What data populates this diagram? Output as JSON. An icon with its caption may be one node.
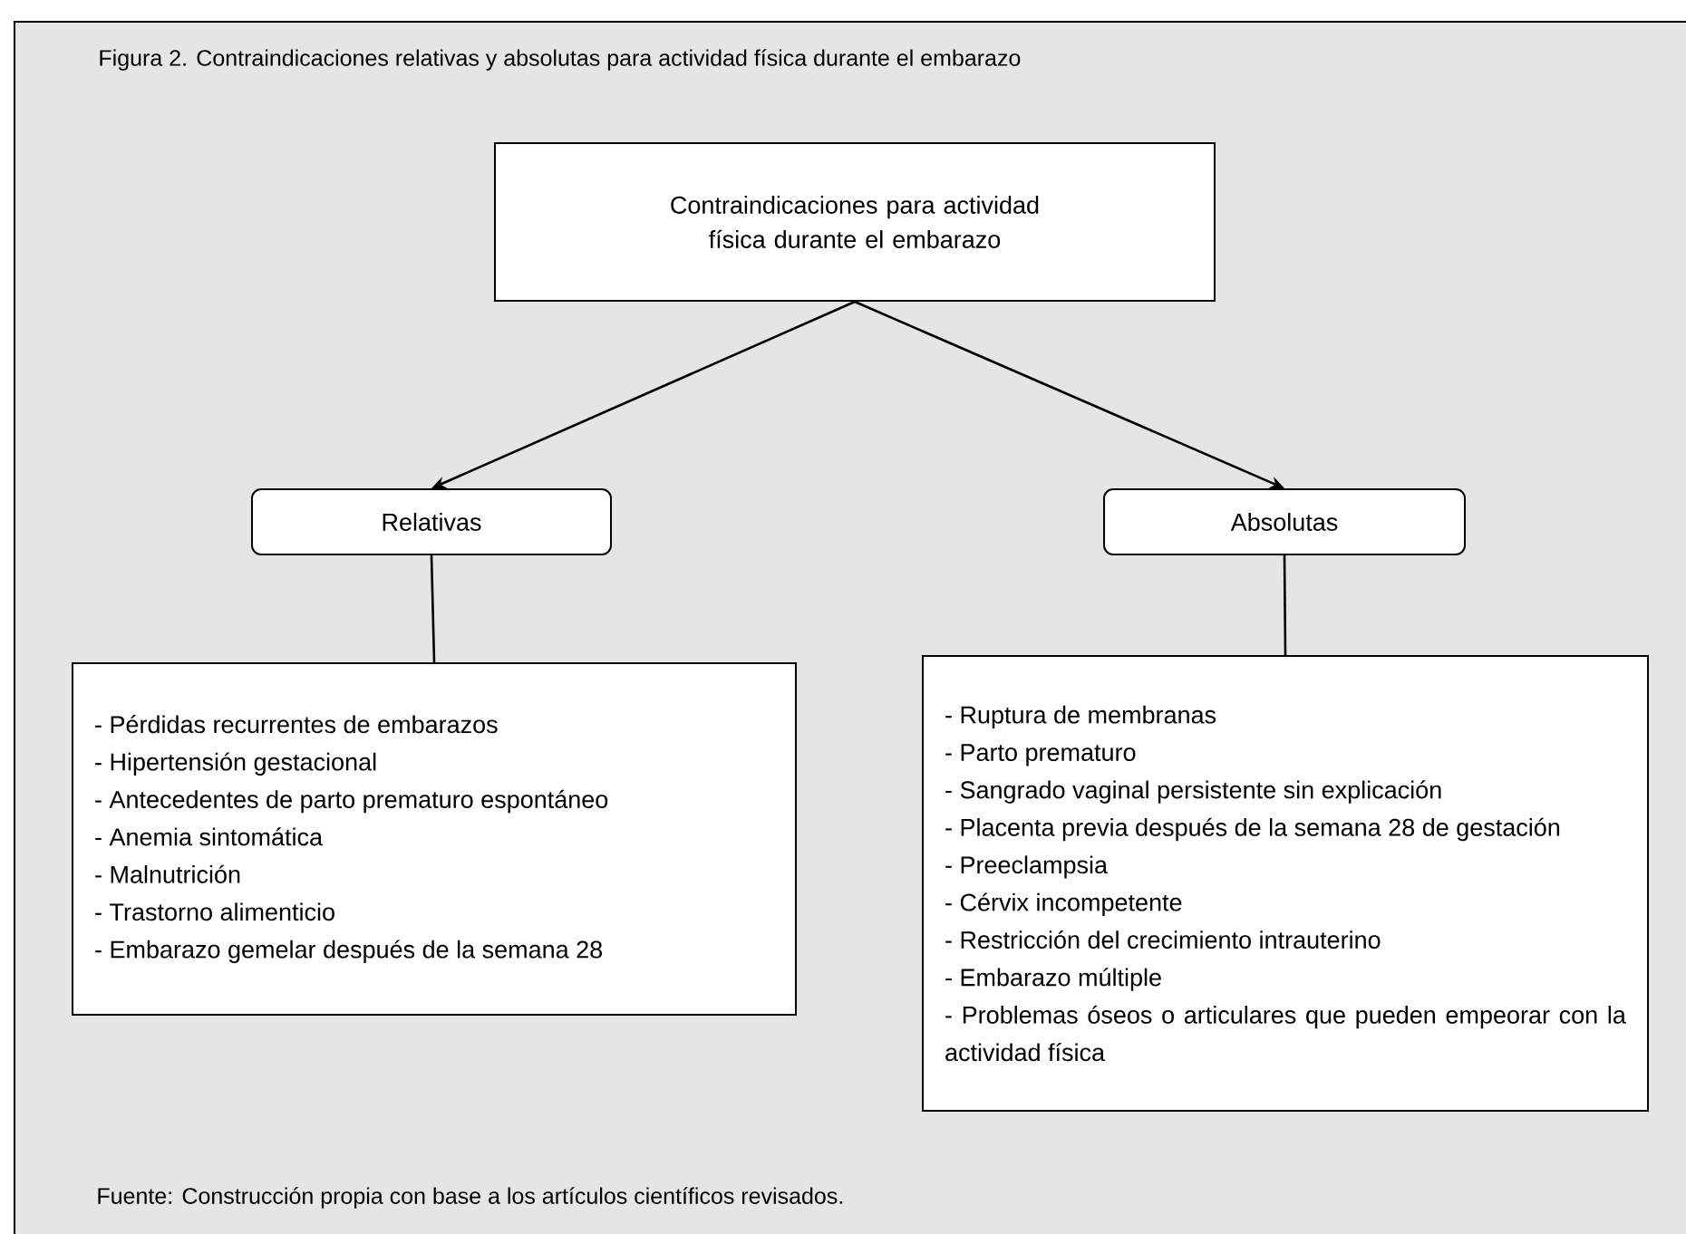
{
  "diagram": {
    "title": "Figura 2. Contraindicaciones relativas y absolutas para actividad física durante el embarazo",
    "caption": "Fuente: Construcción propia con base a los artículos científicos revisados.",
    "nodes": [
      {
        "text": [
          "Contraindicaciones para actividad física durante el embarazo"
        ]
      },
      {
        "text": [
          "Relativas"
        ]
      },
      {
        "text": [
          "Absolutas"
        ]
      },
      {
        "text": [
          "- Pérdidas recurrentes de embarazos",
          "- Hipertensión gestacional",
          "- Antecedentes de parto prematuro espontáneo",
          "- Anemia sintomática",
          "- Malnutrición",
          "- Trastorno alimenticio",
          "- Embarazo gemelar después de la semana 28"
        ]
      },
      {
        "text": [
          "- Ruptura de membranas",
          "- Parto prematuro",
          "- Sangrado vaginal persistente sin explicación",
          "- Placenta previa después de la semana 28 de gestación",
          "- Preeclampsia",
          "- Cérvix incompetente",
          "- Restricción del crecimiento intrauterino",
          "- Embarazo múltiple",
          "- Problemas óseos o articulares que pueden empeorar con la actividad física"
        ]
      }
    ],
    "edges": [
      {
        "from": 0,
        "to": 1,
        "arrow": "to"
      },
      {
        "from": 0,
        "to": 2,
        "arrow": "to"
      },
      {
        "from": 1,
        "to": 3,
        "arrow": "none"
      },
      {
        "from": 2,
        "to": 4,
        "arrow": "none"
      }
    ]
  }
}
